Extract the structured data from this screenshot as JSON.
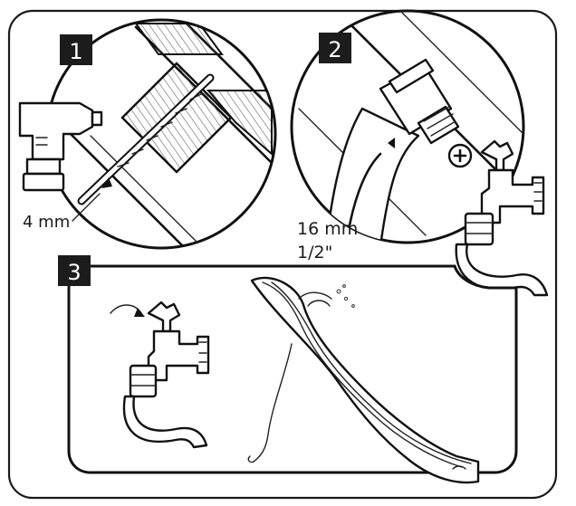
{
  "steps": [
    {
      "number": "1",
      "measure": "4 mm"
    },
    {
      "number": "2",
      "measure": "16 mm",
      "measure_alt": "1/2\""
    },
    {
      "number": "3"
    }
  ],
  "colors": {
    "ink": "#111111",
    "badge": "#1c1c1c",
    "paper": "#ffffff"
  },
  "icons": [
    "drill-icon",
    "drill-bit-icon",
    "hose-clamp-icon",
    "screw-icon",
    "tap-icon",
    "garden-hose-icon",
    "water-slide-icon",
    "rotate-arrow-icon"
  ]
}
